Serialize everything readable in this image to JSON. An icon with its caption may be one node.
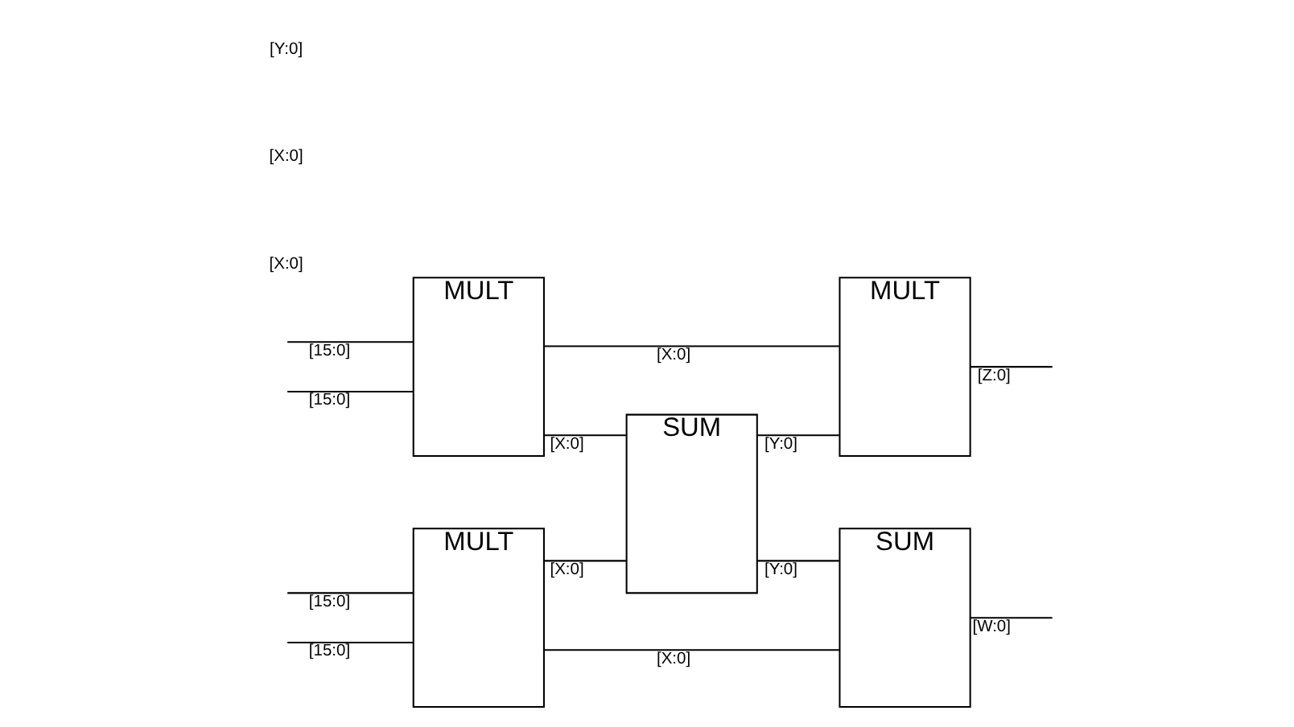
{
  "diagram": {
    "nodes": [
      {
        "text": [
          "MULT"
        ]
      },
      {
        "text": [
          "MULT"
        ]
      },
      {
        "text": [
          "SUM"
        ]
      },
      {
        "text": [
          "SUM"
        ]
      },
      {
        "text": [
          "MULT"
        ]
      }
    ],
    "edges": [
      {
        "from": null,
        "to": 0,
        "arrow": "none",
        "label": "[15:0]"
      },
      {
        "from": null,
        "to": 0,
        "arrow": "none",
        "label": "[15:0]"
      },
      {
        "from": null,
        "to": 1,
        "arrow": "none",
        "label": "[15:0]"
      },
      {
        "from": null,
        "to": 1,
        "arrow": "none",
        "label": "[15:0]"
      },
      {
        "from": 0,
        "to": 3,
        "arrow": "none",
        "label": "[X:0]"
      },
      {
        "from": 0,
        "to": 2,
        "arrow": "none",
        "label": "[X:0]"
      },
      {
        "from": 1,
        "to": 2,
        "arrow": "none",
        "label": "[X:0]"
      },
      {
        "from": 1,
        "to": 4,
        "arrow": "none",
        "label": "[X:0]"
      },
      {
        "from": 2,
        "to": 3,
        "arrow": "none",
        "label": "[Y:0]"
      },
      {
        "from": 2,
        "to": 4,
        "arrow": "none",
        "label": "[Y:0]"
      },
      {
        "from": 3,
        "to": null,
        "arrow": "none",
        "label": "[W:0]"
      },
      {
        "from": 4,
        "to": null,
        "arrow": "none",
        "label": "[Z:0]"
      }
    ],
    "labels": [
      "[X:0]",
      "[X:0]",
      "[Y:0]"
    ]
  }
}
